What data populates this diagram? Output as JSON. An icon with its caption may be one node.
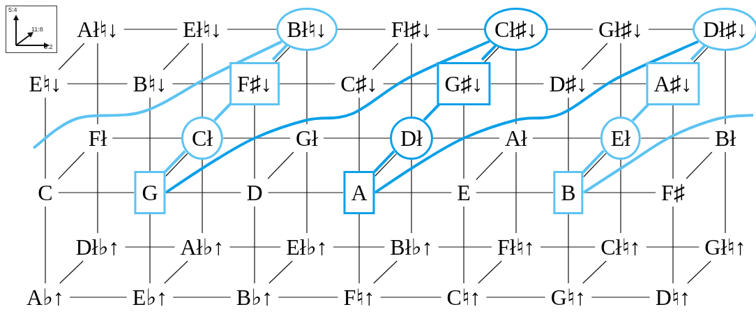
{
  "diagram": {
    "nodes": [
      {
        "text": [
          "Ał♮↓"
        ]
      },
      {
        "text": [
          "Eł♮↓"
        ]
      },
      {
        "text": [
          "Bł♮↓"
        ]
      },
      {
        "text": [
          "Fł♯↓"
        ]
      },
      {
        "text": [
          "Cł♯↓"
        ]
      },
      {
        "text": [
          "Gł♯↓"
        ]
      },
      {
        "text": [
          "Dł♯↓"
        ]
      },
      {
        "text": [
          "E♮↓"
        ]
      },
      {
        "text": [
          "B♮↓"
        ]
      },
      {
        "text": [
          "F♯↓"
        ]
      },
      {
        "text": [
          "C♯↓"
        ]
      },
      {
        "text": [
          "G♯↓"
        ]
      },
      {
        "text": [
          "D♯↓"
        ]
      },
      {
        "text": [
          "A♯↓"
        ]
      },
      {
        "text": [
          "Fł"
        ]
      },
      {
        "text": [
          "Cł"
        ]
      },
      {
        "text": [
          "Gł"
        ]
      },
      {
        "text": [
          "Dł"
        ]
      },
      {
        "text": [
          "Ał"
        ]
      },
      {
        "text": [
          "Eł"
        ]
      },
      {
        "text": [
          "Bł"
        ]
      },
      {
        "text": [
          "C"
        ]
      },
      {
        "text": [
          "G"
        ]
      },
      {
        "text": [
          "D"
        ]
      },
      {
        "text": [
          "A"
        ]
      },
      {
        "text": [
          "E"
        ]
      },
      {
        "text": [
          "B"
        ]
      },
      {
        "text": [
          "F♯"
        ]
      },
      {
        "text": [
          "Dł♭↑"
        ]
      },
      {
        "text": [
          "Ał♭↑"
        ]
      },
      {
        "text": [
          "Eł♭↑"
        ]
      },
      {
        "text": [
          "Bł♭↑"
        ]
      },
      {
        "text": [
          "Fł♮↑"
        ]
      },
      {
        "text": [
          "Cł♮↑"
        ]
      },
      {
        "text": [
          "Gł♮↑"
        ]
      },
      {
        "text": [
          "A♭↑"
        ]
      },
      {
        "text": [
          "E♭↑"
        ]
      },
      {
        "text": [
          "B♭↑"
        ]
      },
      {
        "text": [
          "F♮↑"
        ]
      },
      {
        "text": [
          "C♮↑"
        ]
      },
      {
        "text": [
          "G♮↑"
        ]
      },
      {
        "text": [
          "D♮↑"
        ]
      }
    ],
    "edges": [
      {
        "from": 0,
        "to": 1,
        "arrow": "none"
      },
      {
        "from": 1,
        "to": 2,
        "arrow": "none"
      },
      {
        "from": 2,
        "to": 3,
        "arrow": "none"
      },
      {
        "from": 3,
        "to": 4,
        "arrow": "none"
      },
      {
        "from": 4,
        "to": 5,
        "arrow": "none"
      },
      {
        "from": 5,
        "to": 6,
        "arrow": "none"
      },
      {
        "from": 7,
        "to": 8,
        "arrow": "none"
      },
      {
        "from": 8,
        "to": 9,
        "arrow": "none"
      },
      {
        "from": 9,
        "to": 10,
        "arrow": "none"
      },
      {
        "from": 10,
        "to": 11,
        "arrow": "none"
      },
      {
        "from": 11,
        "to": 12,
        "arrow": "none"
      },
      {
        "from": 12,
        "to": 13,
        "arrow": "none"
      },
      {
        "from": 14,
        "to": 15,
        "arrow": "none"
      },
      {
        "from": 15,
        "to": 16,
        "arrow": "none"
      },
      {
        "from": 16,
        "to": 17,
        "arrow": "none"
      },
      {
        "from": 17,
        "to": 18,
        "arrow": "none"
      },
      {
        "from": 18,
        "to": 19,
        "arrow": "none"
      },
      {
        "from": 19,
        "to": 20,
        "arrow": "none"
      },
      {
        "from": 21,
        "to": 22,
        "arrow": "none"
      },
      {
        "from": 22,
        "to": 23,
        "arrow": "none"
      },
      {
        "from": 23,
        "to": 24,
        "arrow": "none"
      },
      {
        "from": 24,
        "to": 25,
        "arrow": "none"
      },
      {
        "from": 25,
        "to": 26,
        "arrow": "none"
      },
      {
        "from": 26,
        "to": 27,
        "arrow": "none"
      },
      {
        "from": 28,
        "to": 29,
        "arrow": "none"
      },
      {
        "from": 29,
        "to": 30,
        "arrow": "none"
      },
      {
        "from": 30,
        "to": 31,
        "arrow": "none"
      },
      {
        "from": 31,
        "to": 32,
        "arrow": "none"
      },
      {
        "from": 32,
        "to": 33,
        "arrow": "none"
      },
      {
        "from": 33,
        "to": 34,
        "arrow": "none"
      },
      {
        "from": 35,
        "to": 36,
        "arrow": "none"
      },
      {
        "from": 36,
        "to": 37,
        "arrow": "none"
      },
      {
        "from": 37,
        "to": 38,
        "arrow": "none"
      },
      {
        "from": 38,
        "to": 39,
        "arrow": "none"
      },
      {
        "from": 39,
        "to": 40,
        "arrow": "none"
      },
      {
        "from": 40,
        "to": 41,
        "arrow": "none"
      },
      {
        "from": 0,
        "to": 14,
        "arrow": "none"
      },
      {
        "from": 1,
        "to": 15,
        "arrow": "none"
      },
      {
        "from": 2,
        "to": 16,
        "arrow": "none"
      },
      {
        "from": 3,
        "to": 17,
        "arrow": "none"
      },
      {
        "from": 4,
        "to": 18,
        "arrow": "none"
      },
      {
        "from": 5,
        "to": 19,
        "arrow": "none"
      },
      {
        "from": 6,
        "to": 20,
        "arrow": "none"
      },
      {
        "from": 14,
        "to": 28,
        "arrow": "none"
      },
      {
        "from": 15,
        "to": 29,
        "arrow": "none"
      },
      {
        "from": 16,
        "to": 30,
        "arrow": "none"
      },
      {
        "from": 17,
        "to": 31,
        "arrow": "none"
      },
      {
        "from": 18,
        "to": 32,
        "arrow": "none"
      },
      {
        "from": 19,
        "to": 33,
        "arrow": "none"
      },
      {
        "from": 20,
        "to": 34,
        "arrow": "none"
      },
      {
        "from": 7,
        "to": 21,
        "arrow": "none"
      },
      {
        "from": 8,
        "to": 22,
        "arrow": "none"
      },
      {
        "from": 9,
        "to": 23,
        "arrow": "none"
      },
      {
        "from": 10,
        "to": 24,
        "arrow": "none"
      },
      {
        "from": 11,
        "to": 25,
        "arrow": "none"
      },
      {
        "from": 12,
        "to": 26,
        "arrow": "none"
      },
      {
        "from": 13,
        "to": 27,
        "arrow": "none"
      },
      {
        "from": 21,
        "to": 35,
        "arrow": "none"
      },
      {
        "from": 22,
        "to": 36,
        "arrow": "none"
      },
      {
        "from": 23,
        "to": 37,
        "arrow": "none"
      },
      {
        "from": 24,
        "to": 38,
        "arrow": "none"
      },
      {
        "from": 25,
        "to": 39,
        "arrow": "none"
      },
      {
        "from": 26,
        "to": 40,
        "arrow": "none"
      },
      {
        "from": 27,
        "to": 41,
        "arrow": "none"
      },
      {
        "from": 7,
        "to": 0,
        "arrow": "none"
      },
      {
        "from": 8,
        "to": 1,
        "arrow": "none"
      },
      {
        "from": 9,
        "to": 2,
        "arrow": "none"
      },
      {
        "from": 10,
        "to": 3,
        "arrow": "none"
      },
      {
        "from": 11,
        "to": 4,
        "arrow": "none"
      },
      {
        "from": 12,
        "to": 5,
        "arrow": "none"
      },
      {
        "from": 13,
        "to": 6,
        "arrow": "none"
      },
      {
        "from": 21,
        "to": 14,
        "arrow": "none"
      },
      {
        "from": 22,
        "to": 15,
        "arrow": "none"
      },
      {
        "from": 23,
        "to": 16,
        "arrow": "none"
      },
      {
        "from": 24,
        "to": 17,
        "arrow": "none"
      },
      {
        "from": 25,
        "to": 18,
        "arrow": "none"
      },
      {
        "from": 26,
        "to": 19,
        "arrow": "none"
      },
      {
        "from": 27,
        "to": 20,
        "arrow": "none"
      },
      {
        "from": 35,
        "to": 28,
        "arrow": "none"
      },
      {
        "from": 36,
        "to": 29,
        "arrow": "none"
      },
      {
        "from": 37,
        "to": 30,
        "arrow": "none"
      },
      {
        "from": 38,
        "to": 31,
        "arrow": "none"
      },
      {
        "from": 39,
        "to": 32,
        "arrow": "none"
      },
      {
        "from": 40,
        "to": 33,
        "arrow": "none"
      },
      {
        "from": 41,
        "to": 34,
        "arrow": "none"
      },
      {
        "from": 22,
        "to": 15,
        "arrow": "none",
        "style": "thick",
        "color": "#5cc3f2"
      },
      {
        "from": 15,
        "to": 9,
        "arrow": "none",
        "style": "thick",
        "color": "#5cc3f2"
      },
      {
        "from": 9,
        "to": 2,
        "arrow": "none",
        "style": "thick",
        "color": "#5cc3f2"
      },
      {
        "from": 24,
        "to": 17,
        "arrow": "none",
        "style": "thick",
        "color": "#0ba0e8"
      },
      {
        "from": 17,
        "to": 11,
        "arrow": "none",
        "style": "thick",
        "color": "#0ba0e8"
      },
      {
        "from": 11,
        "to": 4,
        "arrow": "none",
        "style": "thick",
        "color": "#0ba0e8"
      },
      {
        "from": 26,
        "to": 19,
        "arrow": "none",
        "style": "thick",
        "color": "#5cc3f2"
      },
      {
        "from": 19,
        "to": 13,
        "arrow": "none",
        "style": "thick",
        "color": "#5cc3f2"
      },
      {
        "from": 13,
        "to": 6,
        "arrow": "none",
        "style": "thick",
        "color": "#5cc3f2"
      },
      {
        "from": 22,
        "to": 4,
        "arrow": "none",
        "style": "thick",
        "color": "#0ba0e8"
      },
      {
        "from": 24,
        "to": 6,
        "arrow": "none",
        "style": "thick",
        "color": "#0ba0e8"
      },
      {
        "from": 26,
        "to": null,
        "arrow": "none",
        "style": "thick",
        "color": "#5cc3f2"
      },
      {
        "from": null,
        "to": 2,
        "arrow": "none",
        "style": "thick",
        "color": "#5cc3f2"
      }
    ],
    "labels": [
      "5:4",
      "11:8",
      "3:2"
    ]
  }
}
